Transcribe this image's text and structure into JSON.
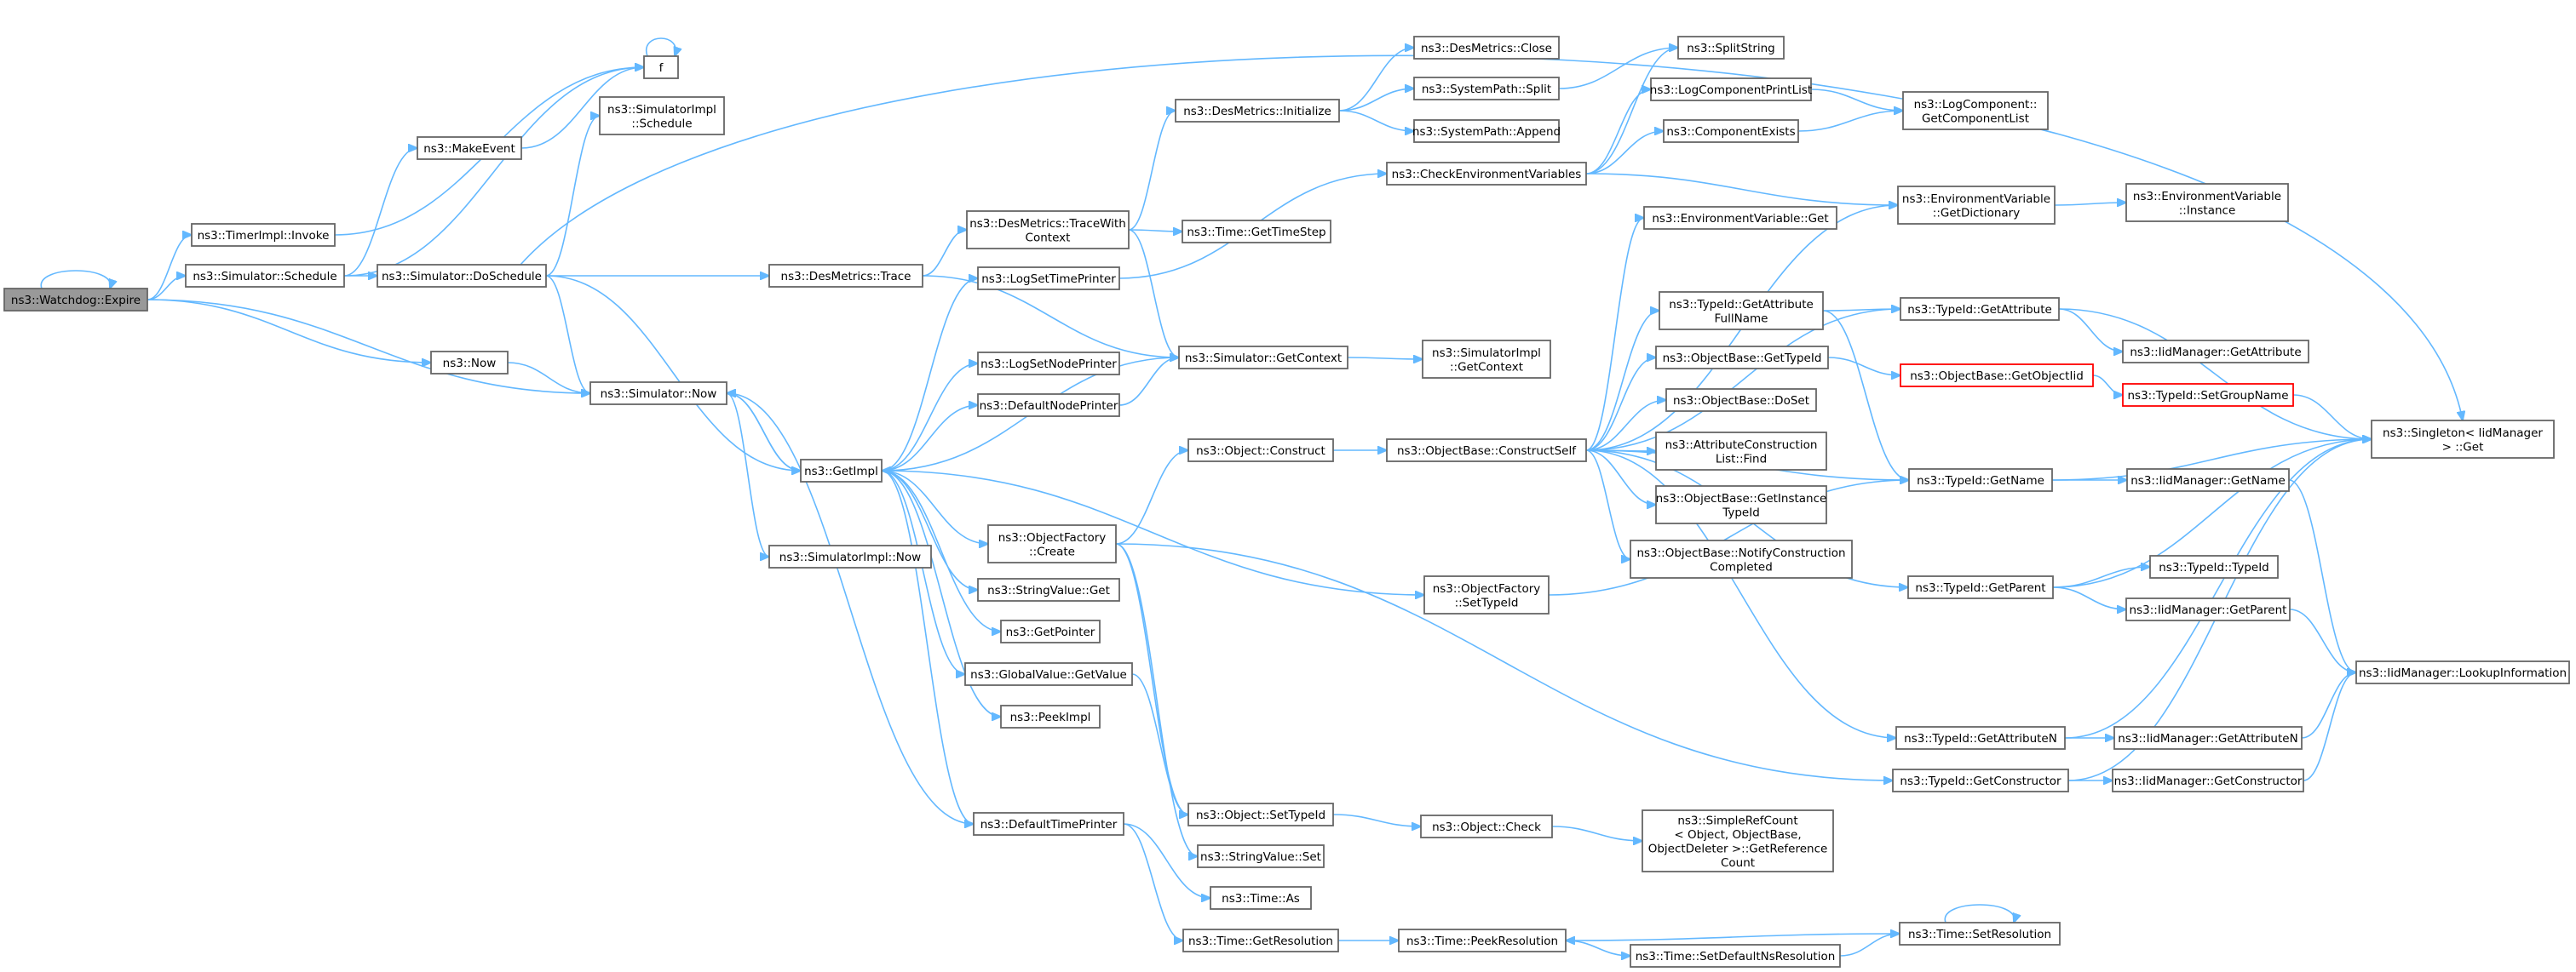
{
  "diagram": {
    "nodes": [
      {
        "id": "watchdog_expire",
        "lines": [
          "ns3::Watchdog::Expire"
        ],
        "root": true
      },
      {
        "id": "f",
        "lines": [
          "f"
        ]
      },
      {
        "id": "timerimpl_invoke",
        "lines": [
          "ns3::TimerImpl::Invoke"
        ]
      },
      {
        "id": "makeevent",
        "lines": [
          "ns3::MakeEvent"
        ]
      },
      {
        "id": "simulator_schedule",
        "lines": [
          "ns3::Simulator::Schedule"
        ]
      },
      {
        "id": "simimpl_schedule",
        "lines": [
          "ns3::SimulatorImpl",
          "::Schedule"
        ]
      },
      {
        "id": "simulator_doschedule",
        "lines": [
          "ns3::Simulator::DoSchedule"
        ]
      },
      {
        "id": "now",
        "lines": [
          "ns3::Now"
        ]
      },
      {
        "id": "simulator_now",
        "lines": [
          "ns3::Simulator::Now"
        ]
      },
      {
        "id": "simimpl_now",
        "lines": [
          "ns3::SimulatorImpl::Now"
        ]
      },
      {
        "id": "getimpl",
        "lines": [
          "ns3::GetImpl"
        ]
      },
      {
        "id": "desmetrics_trace",
        "lines": [
          "ns3::DesMetrics::Trace"
        ]
      },
      {
        "id": "desmetrics_tracewithcontext",
        "lines": [
          "ns3::DesMetrics::TraceWith",
          "Context"
        ]
      },
      {
        "id": "logsettimeprinter",
        "lines": [
          "ns3::LogSetTimePrinter"
        ]
      },
      {
        "id": "logsetnodeprinter",
        "lines": [
          "ns3::LogSetNodePrinter"
        ]
      },
      {
        "id": "defaultnodeprinter",
        "lines": [
          "ns3::DefaultNodePrinter"
        ]
      },
      {
        "id": "objectfactory_create",
        "lines": [
          "ns3::ObjectFactory",
          "::Create"
        ]
      },
      {
        "id": "stringvalue_get",
        "lines": [
          "ns3::StringValue::Get"
        ]
      },
      {
        "id": "getpointer",
        "lines": [
          "ns3::GetPointer"
        ]
      },
      {
        "id": "globalvalue_getvalue",
        "lines": [
          "ns3::GlobalValue::GetValue"
        ]
      },
      {
        "id": "peekimpl",
        "lines": [
          "ns3::PeekImpl"
        ]
      },
      {
        "id": "defaulttimeprinter",
        "lines": [
          "ns3::DefaultTimePrinter"
        ]
      },
      {
        "id": "desmetrics_close",
        "lines": [
          "ns3::DesMetrics::Close"
        ]
      },
      {
        "id": "desmetrics_initialize",
        "lines": [
          "ns3::DesMetrics::Initialize"
        ]
      },
      {
        "id": "systempath_split",
        "lines": [
          "ns3::SystemPath::Split"
        ]
      },
      {
        "id": "systempath_append",
        "lines": [
          "ns3::SystemPath::Append"
        ]
      },
      {
        "id": "time_gettimestep",
        "lines": [
          "ns3::Time::GetTimeStep"
        ]
      },
      {
        "id": "simulator_getcontext",
        "lines": [
          "ns3::Simulator::GetContext"
        ]
      },
      {
        "id": "simimpl_getcontext",
        "lines": [
          "ns3::SimulatorImpl",
          "::GetContext"
        ]
      },
      {
        "id": "object_construct",
        "lines": [
          "ns3::Object::Construct"
        ]
      },
      {
        "id": "objectfactory_settypeid",
        "lines": [
          "ns3::ObjectFactory",
          "::SetTypeId"
        ]
      },
      {
        "id": "object_settypeid",
        "lines": [
          "ns3::Object::SetTypeId"
        ]
      },
      {
        "id": "stringvalue_set",
        "lines": [
          "ns3::StringValue::Set"
        ]
      },
      {
        "id": "time_as",
        "lines": [
          "ns3::Time::As"
        ]
      },
      {
        "id": "time_getresolution",
        "lines": [
          "ns3::Time::GetResolution"
        ]
      },
      {
        "id": "splitstring",
        "lines": [
          "ns3::SplitString"
        ]
      },
      {
        "id": "checkenvvars",
        "lines": [
          "ns3::CheckEnvironmentVariables"
        ]
      },
      {
        "id": "logcomponentprintlist",
        "lines": [
          "ns3::LogComponentPrintList"
        ]
      },
      {
        "id": "componentexists",
        "lines": [
          "ns3::ComponentExists"
        ]
      },
      {
        "id": "logcomponent_getcomponentlist",
        "lines": [
          "ns3::LogComponent::",
          "GetComponentList"
        ]
      },
      {
        "id": "envvar_get",
        "lines": [
          "ns3::EnvironmentVariable::Get"
        ]
      },
      {
        "id": "envvar_getdictionary",
        "lines": [
          "ns3::EnvironmentVariable",
          "::GetDictionary"
        ]
      },
      {
        "id": "envvar_instance",
        "lines": [
          "ns3::EnvironmentVariable",
          "::Instance"
        ]
      },
      {
        "id": "objectbase_constructself",
        "lines": [
          "ns3::ObjectBase::ConstructSelf"
        ]
      },
      {
        "id": "typeid_getattributefullname",
        "lines": [
          "ns3::TypeId::GetAttribute",
          "FullName"
        ]
      },
      {
        "id": "objectbase_gettypeid",
        "lines": [
          "ns3::ObjectBase::GetTypeId"
        ]
      },
      {
        "id": "objectbase_doset",
        "lines": [
          "ns3::ObjectBase::DoSet"
        ]
      },
      {
        "id": "attrconstructionlist_find",
        "lines": [
          "ns3::AttributeConstruction",
          "List::Find"
        ]
      },
      {
        "id": "objectbase_getinstancetypeid",
        "lines": [
          "ns3::ObjectBase::GetInstance",
          "TypeId"
        ]
      },
      {
        "id": "objectbase_notifyconstructioncompleted",
        "lines": [
          "ns3::ObjectBase::NotifyConstruction",
          "Completed"
        ]
      },
      {
        "id": "typeid_getattribute",
        "lines": [
          "ns3::TypeId::GetAttribute"
        ]
      },
      {
        "id": "iidmanager_getattribute",
        "lines": [
          "ns3::IidManager::GetAttribute"
        ]
      },
      {
        "id": "objectbase_getobjectiid",
        "lines": [
          "ns3::ObjectBase::GetObjectIid"
        ],
        "red": true
      },
      {
        "id": "typeid_setgroupname",
        "lines": [
          "ns3::TypeId::SetGroupName"
        ],
        "red": true
      },
      {
        "id": "singleton_get",
        "lines": [
          "ns3::Singleton< IidManager",
          "> ::Get"
        ]
      },
      {
        "id": "typeid_getname",
        "lines": [
          "ns3::TypeId::GetName"
        ]
      },
      {
        "id": "iidmanager_getname",
        "lines": [
          "ns3::IidManager::GetName"
        ]
      },
      {
        "id": "typeid_getparent",
        "lines": [
          "ns3::TypeId::GetParent"
        ]
      },
      {
        "id": "typeid_typeid",
        "lines": [
          "ns3::TypeId::TypeId"
        ]
      },
      {
        "id": "iidmanager_getparent",
        "lines": [
          "ns3::IidManager::GetParent"
        ]
      },
      {
        "id": "iidmanager_lookupinformation",
        "lines": [
          "ns3::IidManager::LookupInformation"
        ]
      },
      {
        "id": "typeid_getattributen",
        "lines": [
          "ns3::TypeId::GetAttributeN"
        ]
      },
      {
        "id": "iidmanager_getattributen",
        "lines": [
          "ns3::IidManager::GetAttributeN"
        ]
      },
      {
        "id": "typeid_getconstructor",
        "lines": [
          "ns3::TypeId::GetConstructor"
        ]
      },
      {
        "id": "iidmanager_getconstructor",
        "lines": [
          "ns3::IidManager::GetConstructor"
        ]
      },
      {
        "id": "object_check",
        "lines": [
          "ns3::Object::Check"
        ]
      },
      {
        "id": "simplerefcount_getreferencecount",
        "lines": [
          "ns3::SimpleRefCount",
          "< Object, ObjectBase,",
          "ObjectDeleter >::GetReference",
          "Count"
        ]
      },
      {
        "id": "time_peekresolution",
        "lines": [
          "ns3::Time::PeekResolution"
        ]
      },
      {
        "id": "time_setdefaultnsresolution",
        "lines": [
          "ns3::Time::SetDefaultNsResolution"
        ]
      },
      {
        "id": "time_setresolution",
        "lines": [
          "ns3::Time::SetResolution"
        ]
      }
    ]
  }
}
